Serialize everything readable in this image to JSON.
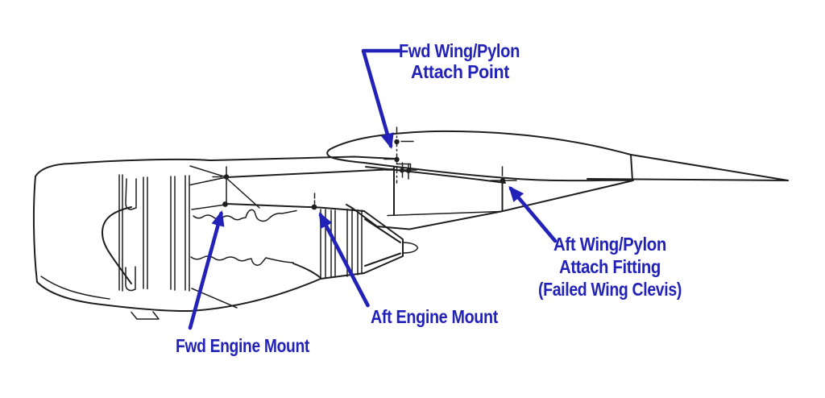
{
  "labels": {
    "fwd_wing_pylon": {
      "line1": "Fwd Wing/Pylon",
      "line2": "Attach Point"
    },
    "aft_wing_pylon": {
      "line1": "Aft Wing/Pylon",
      "line2": "Attach Fitting",
      "line3": "(Failed Wing Clevis)"
    },
    "aft_engine_mount": {
      "line1": "Aft Engine Mount"
    },
    "fwd_engine_mount": {
      "line1": "Fwd Engine Mount"
    }
  },
  "colors": {
    "annotation": "#2222b8",
    "line_art": "#1f1f1f",
    "background": "#ffffff"
  }
}
